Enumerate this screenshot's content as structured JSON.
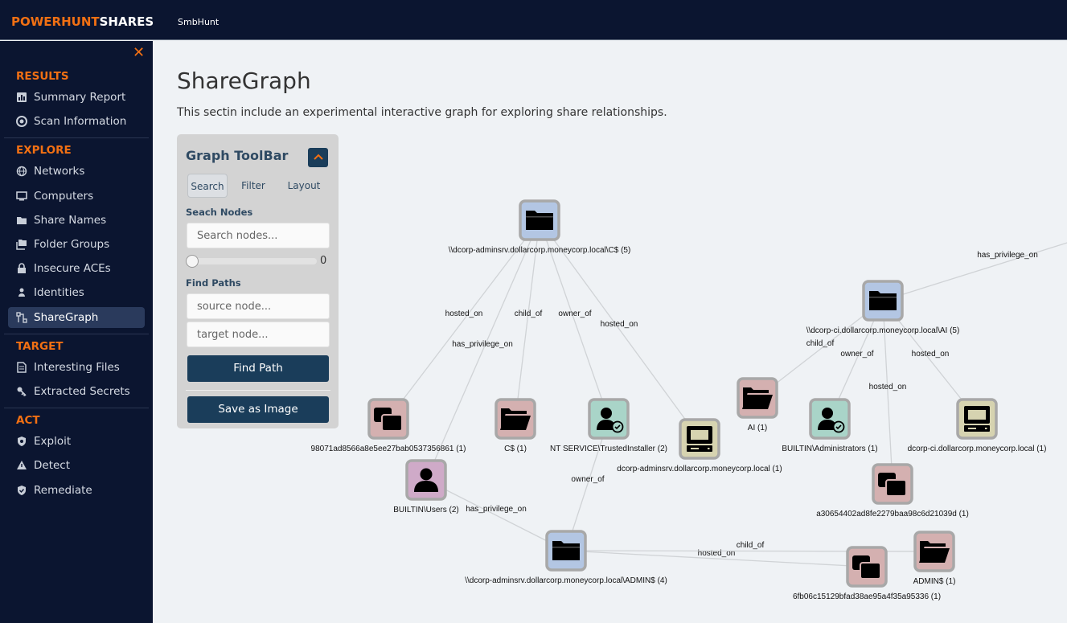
{
  "header": {
    "brand_a": "POWERHUNT",
    "brand_b": "SHARES",
    "nav": "SmbHunt"
  },
  "sidebar": {
    "close": "✕",
    "sections": [
      {
        "title": "RESULTS",
        "items": [
          {
            "label": "Summary Report",
            "icon": "chart-icon"
          },
          {
            "label": "Scan Information",
            "icon": "radar-icon"
          }
        ]
      },
      {
        "title": "EXPLORE",
        "items": [
          {
            "label": "Networks",
            "icon": "globe-icon"
          },
          {
            "label": "Computers",
            "icon": "monitor-icon"
          },
          {
            "label": "Share Names",
            "icon": "folder-icon"
          },
          {
            "label": "Folder Groups",
            "icon": "folders-icon"
          },
          {
            "label": "Insecure ACEs",
            "icon": "lock-icon"
          },
          {
            "label": "Identities",
            "icon": "user-icon"
          },
          {
            "label": "ShareGraph",
            "icon": "graph-icon",
            "active": true
          }
        ]
      },
      {
        "title": "TARGET",
        "items": [
          {
            "label": "Interesting Files",
            "icon": "file-icon"
          },
          {
            "label": "Extracted Secrets",
            "icon": "key-icon"
          }
        ]
      },
      {
        "title": "ACT",
        "items": [
          {
            "label": "Exploit",
            "icon": "shield-bolt-icon"
          },
          {
            "label": "Detect",
            "icon": "alert-icon"
          },
          {
            "label": "Remediate",
            "icon": "shield-check-icon"
          }
        ]
      }
    ]
  },
  "main": {
    "title": "ShareGraph",
    "description": "This sectin include an experimental interactive graph for exploring share relationships."
  },
  "toolbar": {
    "title": "Graph ToolBar",
    "toggle": "^",
    "tabs": [
      "Search",
      "Filter",
      "Layout"
    ],
    "search_label": "Seach Nodes",
    "search_placeholder": "Search nodes...",
    "slider_value": 0,
    "paths_label": "Find Paths",
    "source_placeholder": "source node...",
    "target_placeholder": "target node...",
    "find_path": "Find Path",
    "save_image": "Save as Image"
  },
  "colors": {
    "share": "#b3c6e3",
    "folder": "#d4b0b0",
    "owner": "#a9d4c8",
    "computer": "#d6d3b0",
    "user": "#cfaac8",
    "accent": "#f27013",
    "nav": "#0b1530"
  },
  "graph": {
    "nodes": [
      {
        "id": "n1",
        "label": "\\\\dcorp-adminsrv.dollarcorp.moneycorp.local\\C$ (5)",
        "type": "share"
      },
      {
        "id": "n2",
        "label": "\\\\dcorp-ci.dollarcorp.moneycorp.local\\AI (5)",
        "type": "share"
      },
      {
        "id": "n3",
        "label": "98071ad8566a8e5ee27bab0537356861 (1)",
        "type": "hash"
      },
      {
        "id": "n4",
        "label": "C$ (1)",
        "type": "folder"
      },
      {
        "id": "n5",
        "label": "NT SERVICE\\TrustedInstaller (2)",
        "type": "owner"
      },
      {
        "id": "n6",
        "label": "dcorp-adminsrv.dollarcorp.moneycorp.local (1)",
        "type": "computer"
      },
      {
        "id": "n7",
        "label": "AI (1)",
        "type": "folder"
      },
      {
        "id": "n8",
        "label": "BUILTIN\\Administrators (1)",
        "type": "owner"
      },
      {
        "id": "n9",
        "label": "dcorp-ci.dollarcorp.moneycorp.local (1)",
        "type": "computer"
      },
      {
        "id": "n10",
        "label": "a30654402ad8fe2279baa98c6d21039d (1)",
        "type": "hash"
      },
      {
        "id": "n11",
        "label": "BUILTIN\\Users (2)",
        "type": "user"
      },
      {
        "id": "n12",
        "label": "\\\\dcorp-adminsrv.dollarcorp.moneycorp.local\\ADMIN$ (4)",
        "type": "share"
      },
      {
        "id": "n13",
        "label": "6fb06c15129bfad38ae95a4f35a95336 (1)",
        "type": "hash"
      },
      {
        "id": "n14",
        "label": "ADMIN$ (1)",
        "type": "folder"
      }
    ],
    "edges": [
      {
        "s": "n1",
        "t": "n3",
        "label": "hosted_on"
      },
      {
        "s": "n1",
        "t": "n11",
        "label": "has_privilege_on"
      },
      {
        "s": "n1",
        "t": "n4",
        "label": "child_of"
      },
      {
        "s": "n1",
        "t": "n5",
        "label": "owner_of"
      },
      {
        "s": "n1",
        "t": "n6",
        "label": "hosted_on"
      },
      {
        "s": "n2",
        "t": "n7",
        "label": "child_of"
      },
      {
        "s": "n2",
        "t": "n8",
        "label": "owner_of"
      },
      {
        "s": "n2",
        "t": "n10",
        "label": "hosted_on"
      },
      {
        "s": "n2",
        "t": "n9",
        "label": "hosted_on"
      },
      {
        "s": "n2",
        "t": "off",
        "label": "has_privilege_on"
      },
      {
        "s": "n5",
        "t": "n12",
        "label": "owner_of"
      },
      {
        "s": "n11",
        "t": "n12",
        "label": "has_privilege_on"
      },
      {
        "s": "n12",
        "t": "n13",
        "label": "hosted_on"
      },
      {
        "s": "n12",
        "t": "n14",
        "label": "child_of"
      }
    ]
  }
}
